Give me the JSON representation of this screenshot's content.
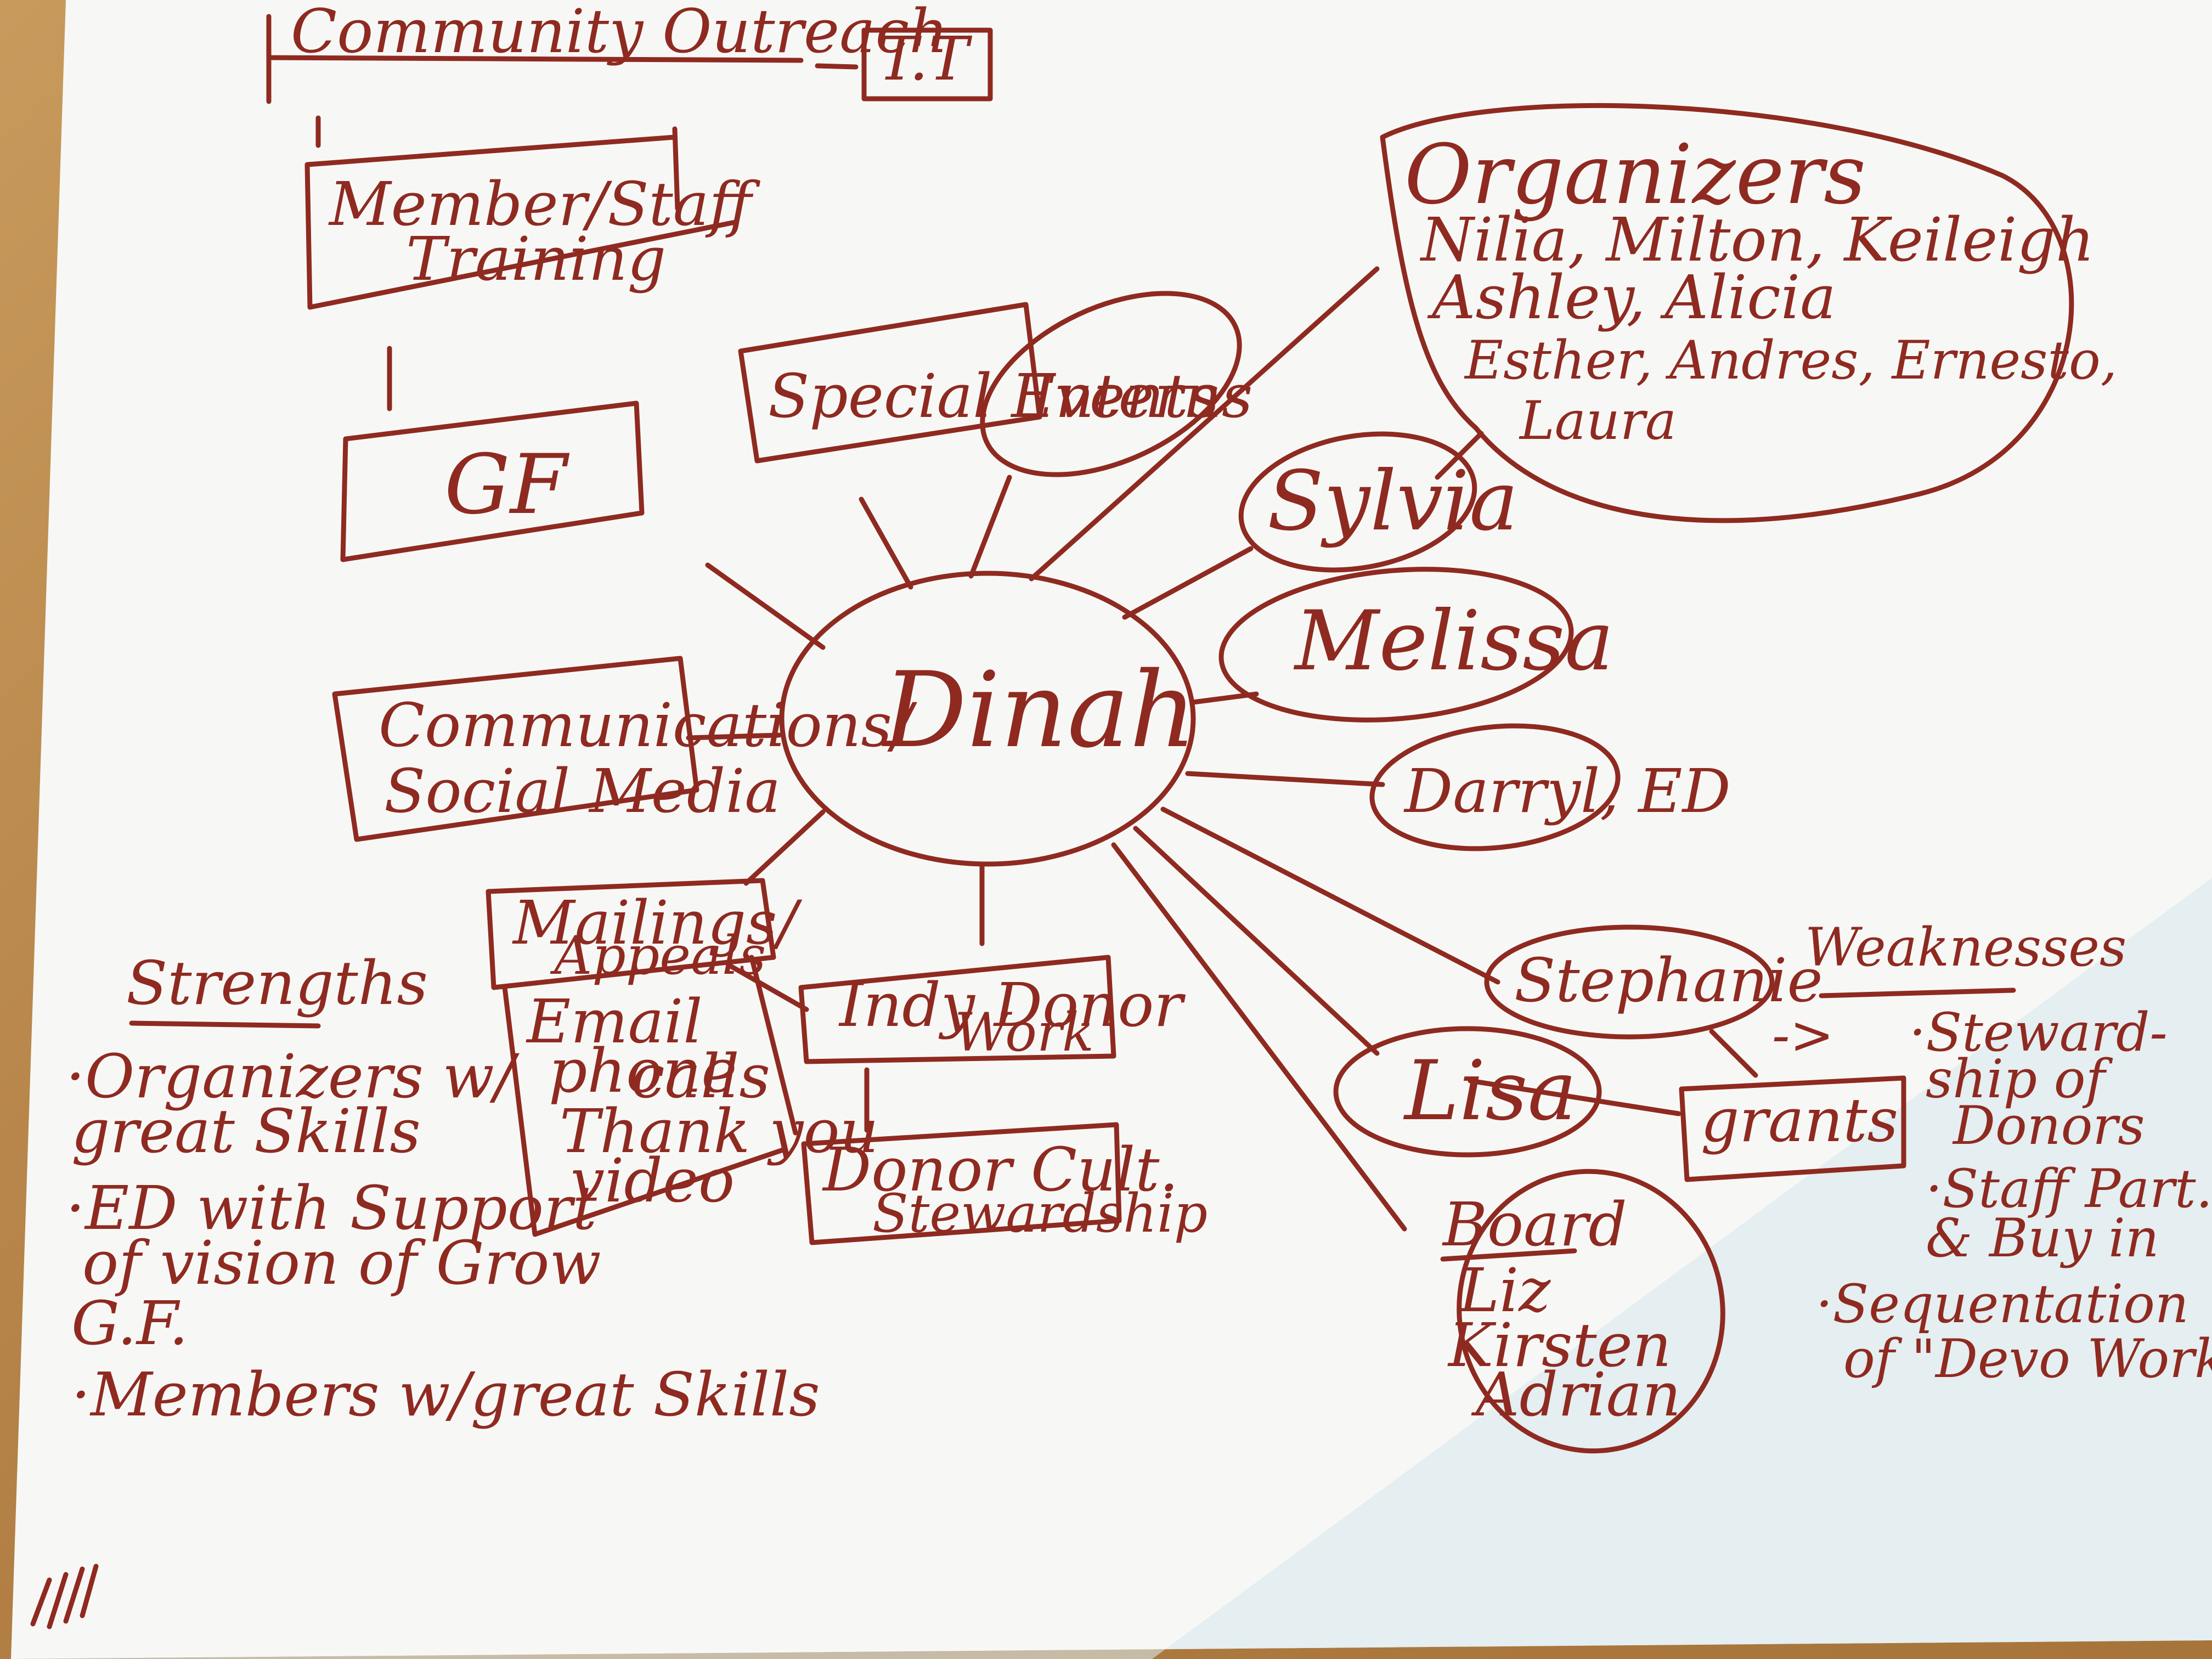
{
  "colors": {
    "ink": "#8f2a21",
    "paper": "#f7f8f6",
    "desk": "#b8894e"
  },
  "diagram": {
    "center": "Dinah",
    "community_outreach": "Community Outreach",
    "tt": "T.T",
    "member_staff_training": [
      "Member/Staff",
      "Training"
    ],
    "gf": "GF",
    "communications": [
      "Communications/",
      "Social Media"
    ],
    "special_events": "Special Events",
    "interns": "Interns",
    "mailings": [
      "Mailings/",
      "Appeals"
    ],
    "mailings_list": [
      "Email",
      "phone",
      "calls",
      "Thank you",
      "video"
    ],
    "indy_donor": [
      "Indy Donor",
      "Work"
    ],
    "donor_cult": [
      "Donor Cult.",
      "Stewardship"
    ],
    "organizers_title": "Organizers",
    "organizers_names": [
      "Nilia, Milton, Keileigh",
      "Ashley, Alicia",
      "Esther, Andres, Ernesto,",
      "Laura"
    ],
    "sylvia": "Sylvia",
    "melissa": "Melissa",
    "darryl": "Darryl, ED",
    "stephanie": "Stephanie",
    "lisa": "Lisa",
    "grants": "grants",
    "board_title": "Board",
    "board_names": [
      "Liz",
      "Kirsten",
      "Adrian"
    ],
    "strengths_title": "Strengths",
    "strengths": [
      "·Organizers w/",
      "great Skills",
      "·ED with Support",
      "of vision of Grow",
      "G.F.",
      "·Members w/great Skills"
    ],
    "weaknesses_title": "Weaknesses",
    "weaknesses": [
      "·Steward-",
      "ship of",
      "Donors",
      "·Staff Part.",
      "& Buy in",
      "·Sequentation",
      "of \"Devo Work\""
    ],
    "arrow": "->"
  }
}
